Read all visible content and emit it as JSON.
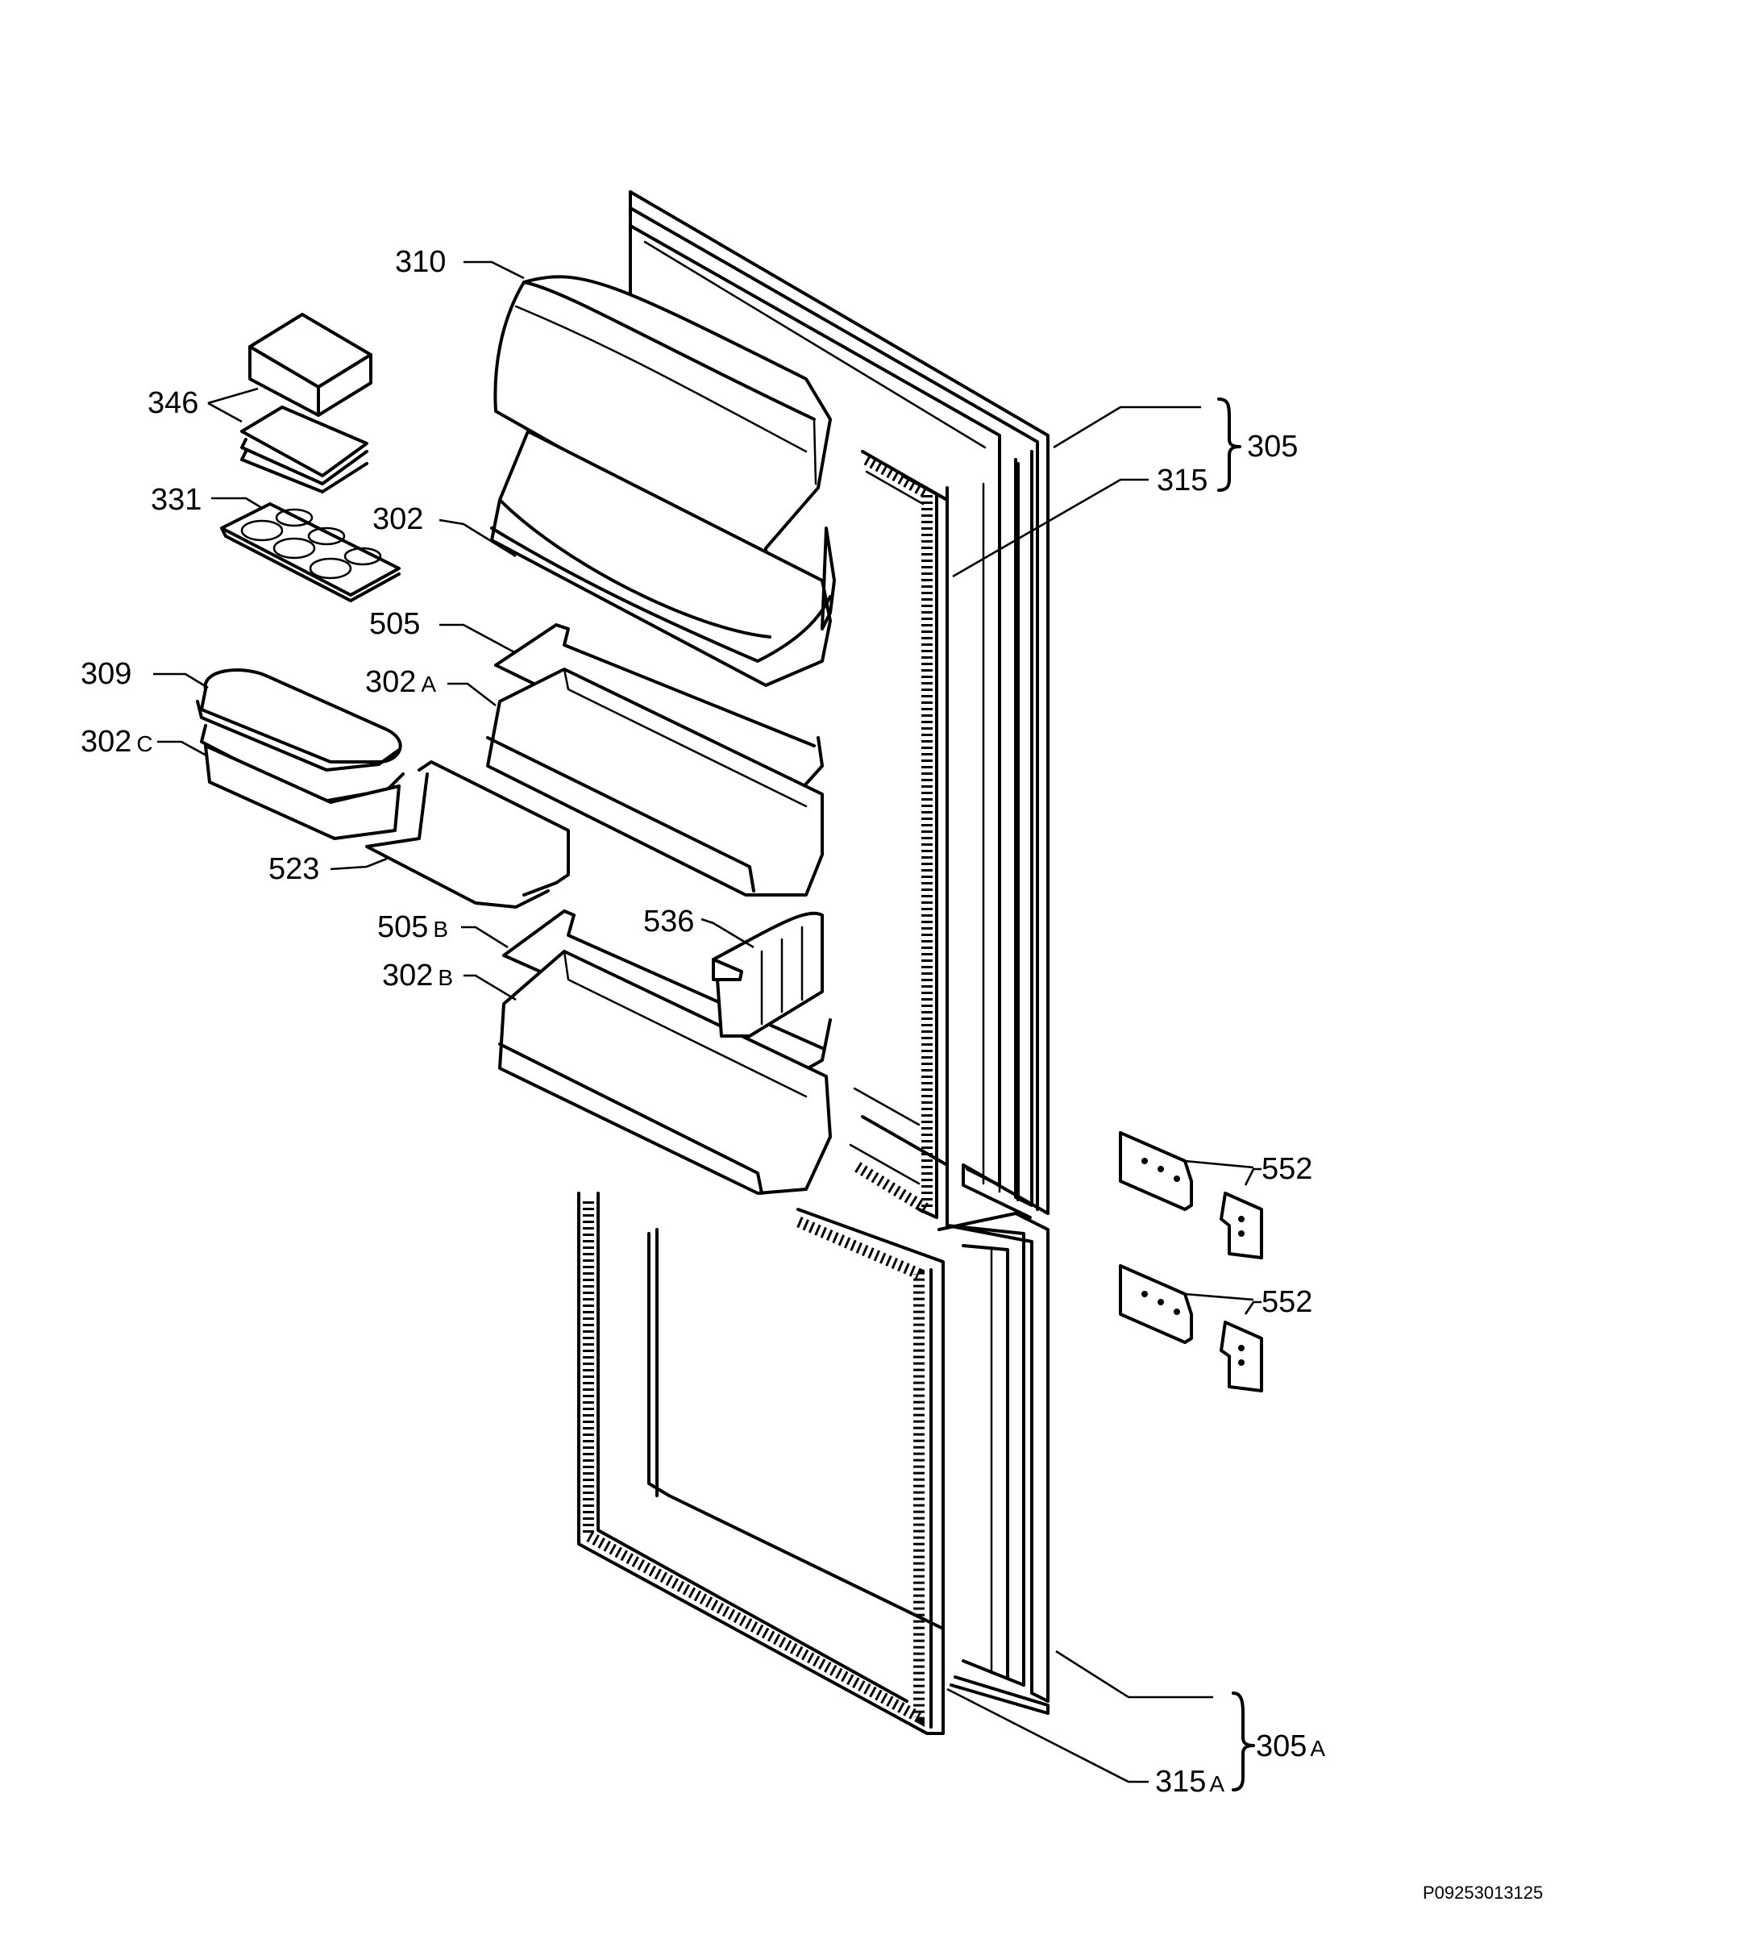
{
  "diagram": {
    "document_number": "P09253013125",
    "callouts": {
      "c310": "310",
      "c346": "346",
      "c331": "331",
      "c302": "302",
      "c505": "505",
      "c309": "309",
      "c302a_num": "302",
      "c302a_suf": "A",
      "c302c_num": "302",
      "c302c_suf": "C",
      "c523": "523",
      "c505b_num": "505",
      "c505b_suf": "B",
      "c302b_num": "302",
      "c302b_suf": "B",
      "c536": "536",
      "c305": "305",
      "c315": "315",
      "c552_top": "552",
      "c552_bottom": "552",
      "c305a_num": "305",
      "c305a_suf": "A",
      "c315a_num": "315",
      "c315a_suf": "A"
    }
  }
}
